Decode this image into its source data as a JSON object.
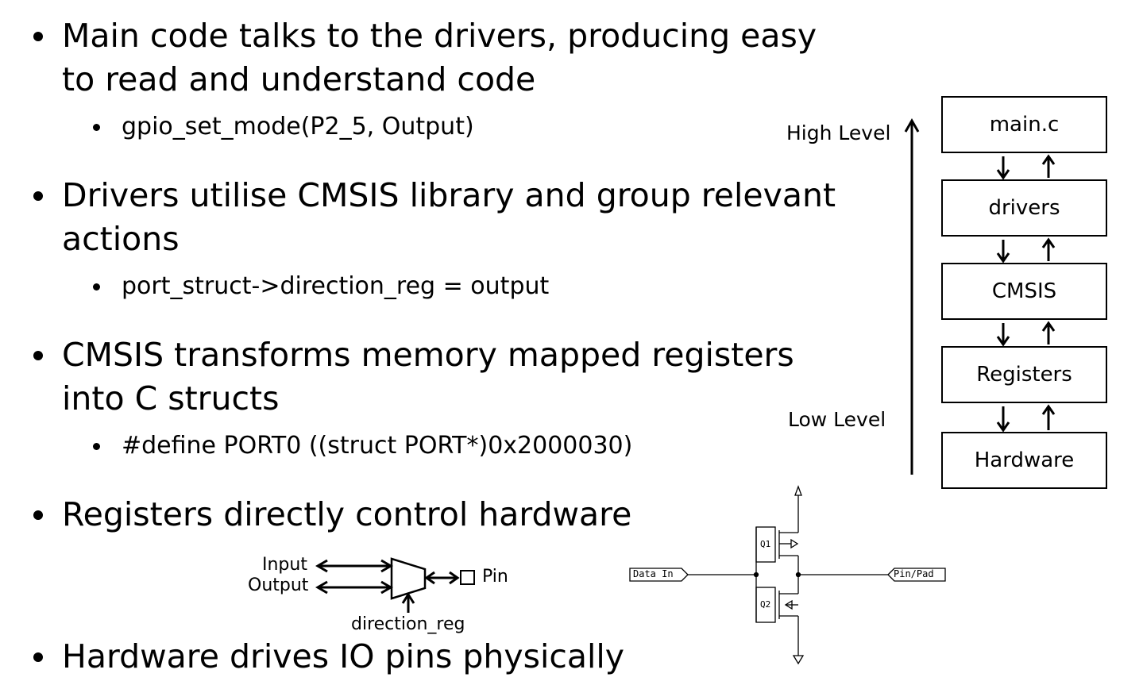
{
  "bullets": [
    {
      "lines": [
        "Main code talks to the drivers, producing easy",
        "to read and understand code"
      ],
      "sub": "gpio_set_mode(P2_5, Output)"
    },
    {
      "lines": [
        "Drivers utilise CMSIS library and group relevant",
        "actions"
      ],
      "sub": "port_struct->direction_reg = output"
    },
    {
      "lines": [
        "CMSIS transforms memory mapped registers",
        "into C structs"
      ],
      "sub": "#define PORT0 ((struct PORT*)0x2000030)"
    },
    {
      "lines": [
        "Registers directly control hardware"
      ]
    },
    {
      "lines": [
        "Hardware drives IO pins physically"
      ]
    }
  ],
  "stack": {
    "high_label": "High Level",
    "low_label": "Low Level",
    "layers": [
      "main.c",
      "drivers",
      "CMSIS",
      "Registers",
      "Hardware"
    ]
  },
  "mux": {
    "input_label": "Input",
    "output_label": "Output",
    "pin_label": "Pin",
    "control_label": "direction_reg"
  },
  "circuit": {
    "data_in_label": "Data In",
    "pin_pad_label": "Pin/Pad",
    "q1_label": "Q1",
    "q2_label": "Q2"
  }
}
